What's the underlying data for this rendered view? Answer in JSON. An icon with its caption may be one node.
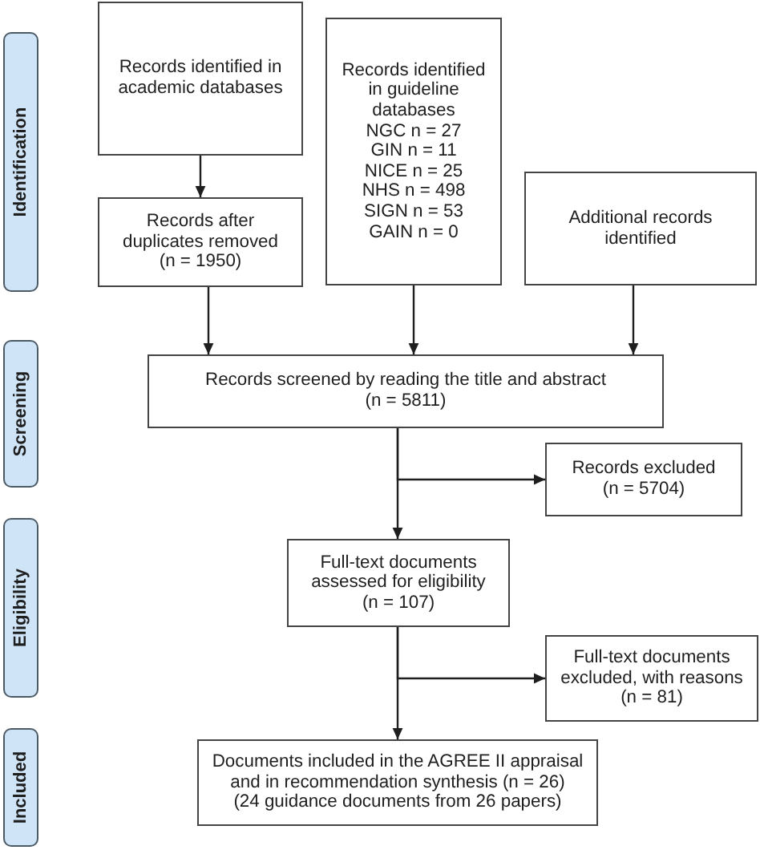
{
  "diagram": {
    "nodes": [
      {
        "text": [
          "Identification"
        ]
      },
      {
        "text": [
          "Screening"
        ]
      },
      {
        "text": [
          "Eligibility"
        ]
      },
      {
        "text": [
          "Included"
        ]
      },
      {
        "text": [
          "Records identified in academic databases"
        ]
      },
      {
        "text": [
          "Records identified in guideline databases",
          "NGC n = 27",
          "GIN n = 11",
          "NICE n = 25",
          "NHS n = 498",
          "SIGN n = 53",
          "GAIN n = 0"
        ]
      },
      {
        "text": [
          "Additional records identified"
        ]
      },
      {
        "text": [
          "Records after duplicates removed",
          "(n = 1950)"
        ]
      },
      {
        "text": [
          "Records screened by reading the title and abstract",
          "(n = 5811)"
        ]
      },
      {
        "text": [
          "Records excluded",
          "(n = 5704)"
        ]
      },
      {
        "text": [
          "Full-text documents assessed for eligibility",
          "(n = 107)"
        ]
      },
      {
        "text": [
          "Full-text documents excluded, with reasons",
          "(n = 81)"
        ]
      },
      {
        "text": [
          "Documents included in the AGREE II appraisal and in recommendation synthesis (n = 26)",
          "(24 guidance documents from 26 papers)"
        ]
      }
    ],
    "edges": [
      {
        "from": 4,
        "to": 7,
        "arrow": "to"
      },
      {
        "from": 7,
        "to": 8,
        "arrow": "to"
      },
      {
        "from": 5,
        "to": 8,
        "arrow": "to"
      },
      {
        "from": 6,
        "to": 8,
        "arrow": "to"
      },
      {
        "from": 8,
        "to": 9,
        "arrow": "to"
      },
      {
        "from": 8,
        "to": 10,
        "arrow": "to"
      },
      {
        "from": 10,
        "to": 11,
        "arrow": "to"
      },
      {
        "from": 10,
        "to": 12,
        "arrow": "to"
      }
    ]
  }
}
